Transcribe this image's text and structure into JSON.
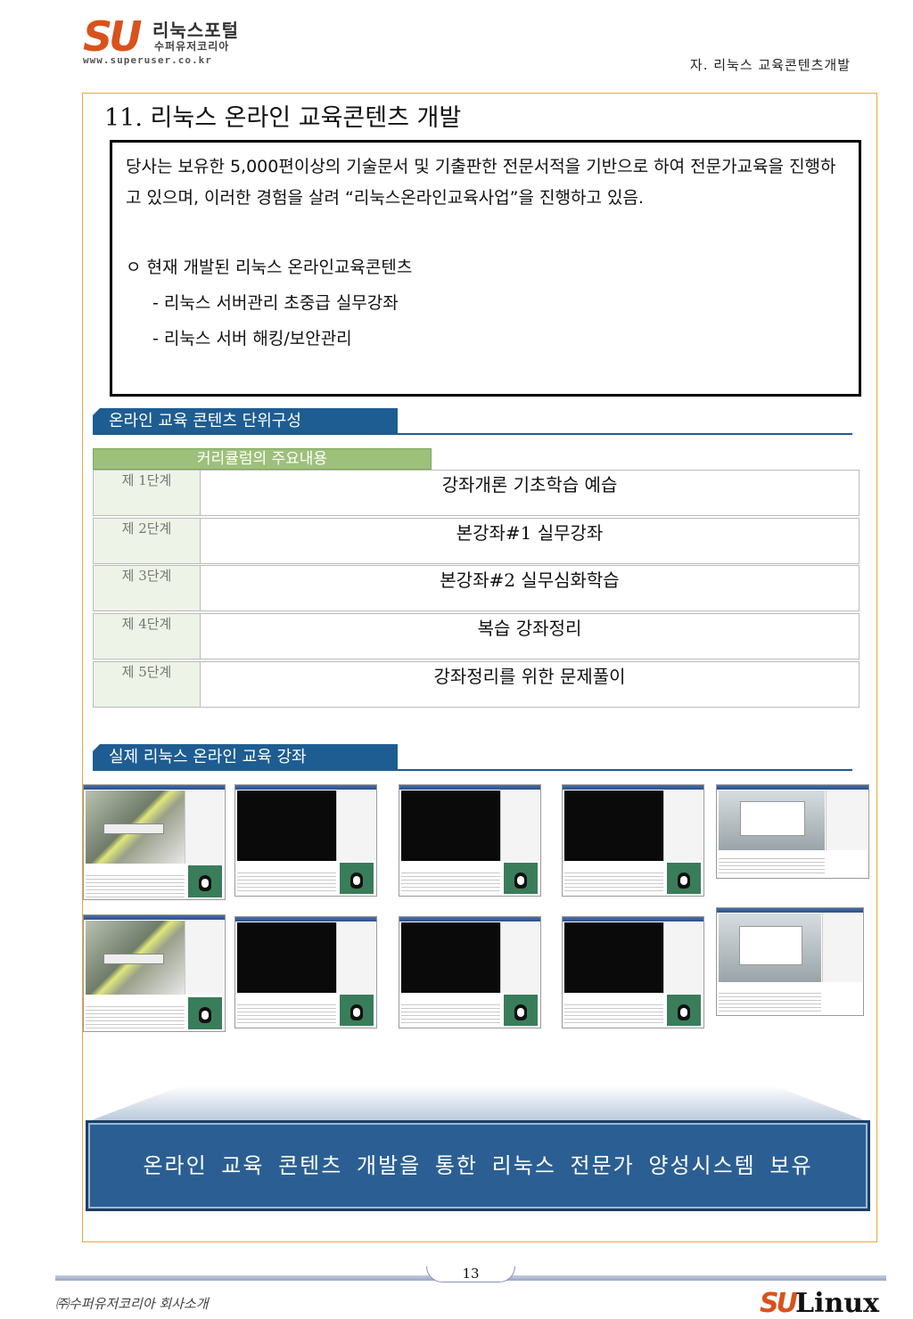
{
  "header": {
    "logo_mark": "SU",
    "logo_title": "리눅스포털",
    "logo_subtitle": "수퍼유저코리아",
    "logo_url": "www.superuser.co.kr",
    "section": "자. 리눅스 교육콘텐츠개발"
  },
  "title": "11. 리눅스 온라인 교육콘텐츠 개발",
  "intro": {
    "paragraph": "당사는 보유한 5,000편이상의 기술문서 및 기출판한 전문서적을 기반으로 하여 전문가교육을 진행하고 있으며, 이러한 경험을 살려 “리눅스온라인교육사업”을 진행하고 있음.",
    "bullet": "ㅇ 현재 개발된 리눅스 온라인교육콘텐츠",
    "items": [
      "- 리눅스 서버관리 초중급 실무강좌",
      "- 리눅스 서버 해킹/보안관리"
    ]
  },
  "section1": {
    "title": "온라인 교육 콘텐츠 단위구성",
    "curriculum_header": "커리큘럼의 주요내용",
    "stages": [
      {
        "label": "제 1단계",
        "content": "강좌개론 기초학습 예습"
      },
      {
        "label": "제 2단계",
        "content": "본강좌#1 실무강좌"
      },
      {
        "label": "제 3단계",
        "content": "본강좌#2 실무심화학습"
      },
      {
        "label": "제 4단계",
        "content": "복습 강좌정리"
      },
      {
        "label": "제 5단계",
        "content": "강좌정리를 위한 문제풀이"
      }
    ]
  },
  "section2": {
    "title": "실제 리눅스 온라인 교육 강좌"
  },
  "banner": {
    "text": "온라인 교육 콘텐츠 개발을 통한 리눅스 전문가 양성시스템 보유"
  },
  "footer": {
    "page_number": "13",
    "company": "㈜수퍼유저코리아 회사소개",
    "logo_su": "SU",
    "logo_linux": "Linux"
  },
  "colors": {
    "accent_blue": "#1e5d92",
    "curriculum_green": "#9dc07a",
    "frame_orange": "#f0a63c",
    "logo_orange": "#d9521b"
  }
}
